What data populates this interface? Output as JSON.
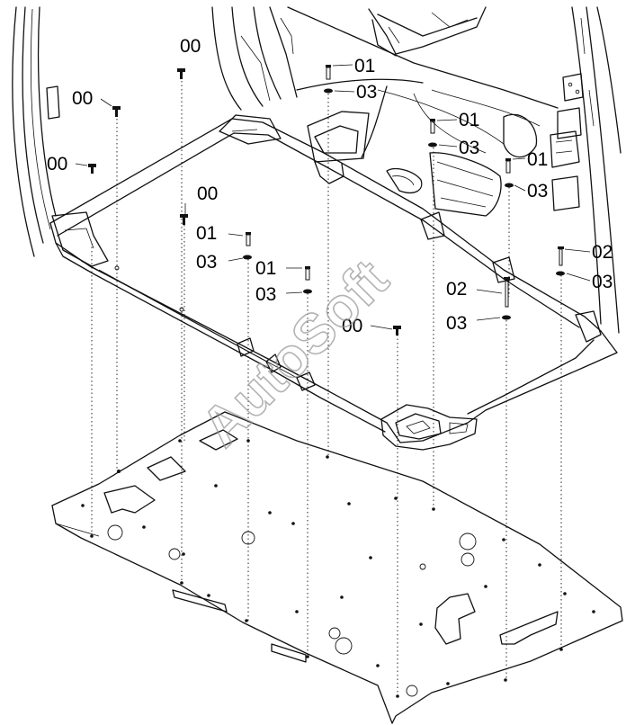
{
  "watermark": "AutoSoft",
  "callouts": [
    {
      "id": "c1",
      "label": "00"
    },
    {
      "id": "c2",
      "label": "00"
    },
    {
      "id": "c3",
      "label": "00"
    },
    {
      "id": "c4",
      "label": "00"
    },
    {
      "id": "c5",
      "label": "00"
    },
    {
      "id": "c6",
      "label": "01"
    },
    {
      "id": "c7",
      "label": "03"
    },
    {
      "id": "c8",
      "label": "01"
    },
    {
      "id": "c9",
      "label": "03"
    },
    {
      "id": "c10",
      "label": "01"
    },
    {
      "id": "c11",
      "label": "03"
    },
    {
      "id": "c12",
      "label": "01"
    },
    {
      "id": "c13",
      "label": "03"
    },
    {
      "id": "c14",
      "label": "01"
    },
    {
      "id": "c15",
      "label": "03"
    },
    {
      "id": "c16",
      "label": "02"
    },
    {
      "id": "c17",
      "label": "03"
    },
    {
      "id": "c18",
      "label": "02"
    },
    {
      "id": "c19",
      "label": "03"
    }
  ]
}
